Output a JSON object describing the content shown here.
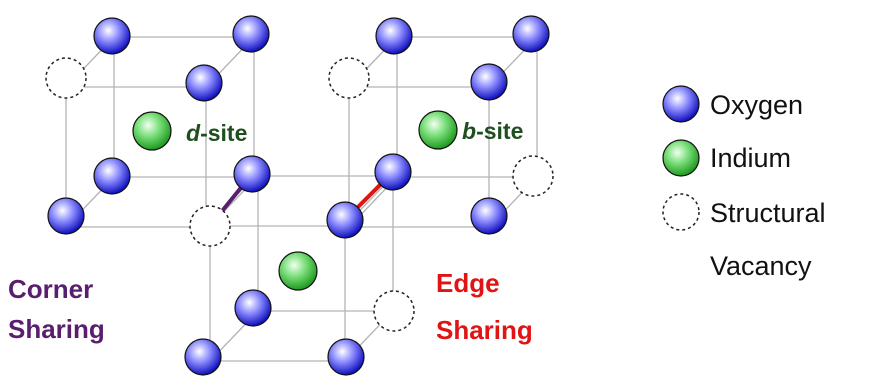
{
  "labels": {
    "d_site_letter": "d",
    "d_site_suffix": "-site",
    "b_site_letter": "b",
    "b_site_suffix": "-site",
    "corner_line1": "Corner",
    "corner_line2": "Sharing",
    "edge_line1": "Edge",
    "edge_line2": "Sharing"
  },
  "legend": {
    "items": [
      {
        "name": "oxygen",
        "lines": [
          "Oxygen"
        ]
      },
      {
        "name": "indium",
        "lines": [
          "Indium"
        ]
      },
      {
        "name": "vacancy",
        "lines": [
          "Structural",
          "Vacancy"
        ]
      }
    ]
  },
  "colors": {
    "oxygen": "#3b3bff",
    "indium": "#2fbf2f",
    "vacancy_stroke": "#222222",
    "cell_line": "#b3b3b3",
    "corner_sharing": "#5a1e6e",
    "edge_sharing": "#e01414",
    "site_label": "#1f4f1f"
  },
  "icons": {
    "oxygen": "blue-sphere-icon",
    "indium": "green-sphere-icon",
    "vacancy": "dashed-circle-icon"
  }
}
